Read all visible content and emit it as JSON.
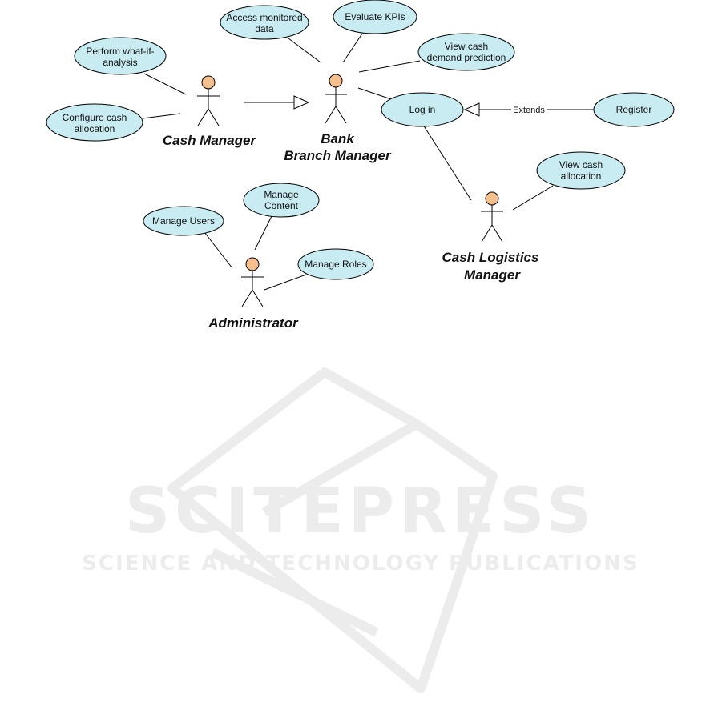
{
  "colors": {
    "use_case_fill": "#c8ecf2",
    "actor_head_fill": "#f6c08e",
    "stroke": "#000000",
    "watermark": "#e6e6e6"
  },
  "actors": {
    "cash_manager": "Cash Manager",
    "bank_manager_line1": "Bank",
    "bank_manager_line2": "Branch Manager",
    "cash_logistics_line1": "Cash Logistics",
    "cash_logistics_line2": "Manager",
    "administrator": "Administrator"
  },
  "use_cases": {
    "perform_what_if": [
      "Perform what-if-",
      "analysis"
    ],
    "configure_cash": [
      "Configure cash",
      "allocation"
    ],
    "access_monitored": [
      "Access monitored",
      "data"
    ],
    "evaluate_kpis": [
      "Evaluate KPIs"
    ],
    "view_cash_demand": [
      "View cash",
      "demand prediction"
    ],
    "log_in": [
      "Log in"
    ],
    "register": [
      "Register"
    ],
    "view_cash_allocation": [
      "View cash",
      "allocation"
    ],
    "manage_users": [
      "Manage Users"
    ],
    "manage_content": [
      "Manage",
      "Content"
    ],
    "manage_roles": [
      "Manage Roles"
    ]
  },
  "relations": {
    "extends_label": "Extends"
  },
  "watermark": {
    "title": "SCITEPRESS",
    "subtitle": "SCIENCE AND TECHNOLOGY PUBLICATIONS"
  }
}
